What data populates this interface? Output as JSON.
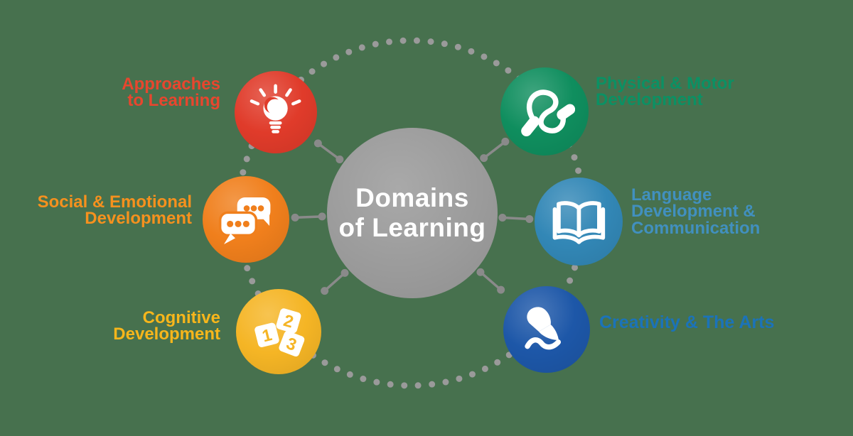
{
  "background_color": "#47714e",
  "title": {
    "line1": "Domains",
    "line2": "of Learning"
  },
  "center": {
    "circle_color": "#9b9b9b",
    "text_color": "#ffffff"
  },
  "ring": {
    "dot_color": "#9a9a9a"
  },
  "connector": {
    "color": "#8a8a8a"
  },
  "domains": [
    {
      "id": "approaches",
      "label_lines": [
        "Approaches",
        "to Learning"
      ],
      "circle_color": "#e03b2a",
      "label_color": "#e8462e",
      "icon": "lightbulb-icon"
    },
    {
      "id": "social",
      "label_lines": [
        "Social & Emotional",
        "Development"
      ],
      "circle_color": "#f07f1c",
      "label_color": "#f6911e",
      "icon": "speech-bubbles-icon"
    },
    {
      "id": "cognitive",
      "label_lines": [
        "Cognitive",
        "Development"
      ],
      "circle_color": "#f5b525",
      "label_color": "#f8b61b",
      "icon": "number-blocks-icon"
    },
    {
      "id": "physical",
      "label_lines": [
        "Physical & Motor",
        "Development"
      ],
      "circle_color": "#0f8e5e",
      "label_color": "#0b9164",
      "icon": "jump-rope-icon"
    },
    {
      "id": "language",
      "label_lines": [
        "Language",
        "Development &",
        "Communication"
      ],
      "circle_color": "#3287b6",
      "label_color": "#4190bf",
      "icon": "open-book-icon"
    },
    {
      "id": "creativity",
      "label_lines": [
        "Creativity & The Arts"
      ],
      "circle_color": "#1d57a8",
      "label_color": "#1b73b9",
      "icon": "paintbrush-icon"
    }
  ]
}
